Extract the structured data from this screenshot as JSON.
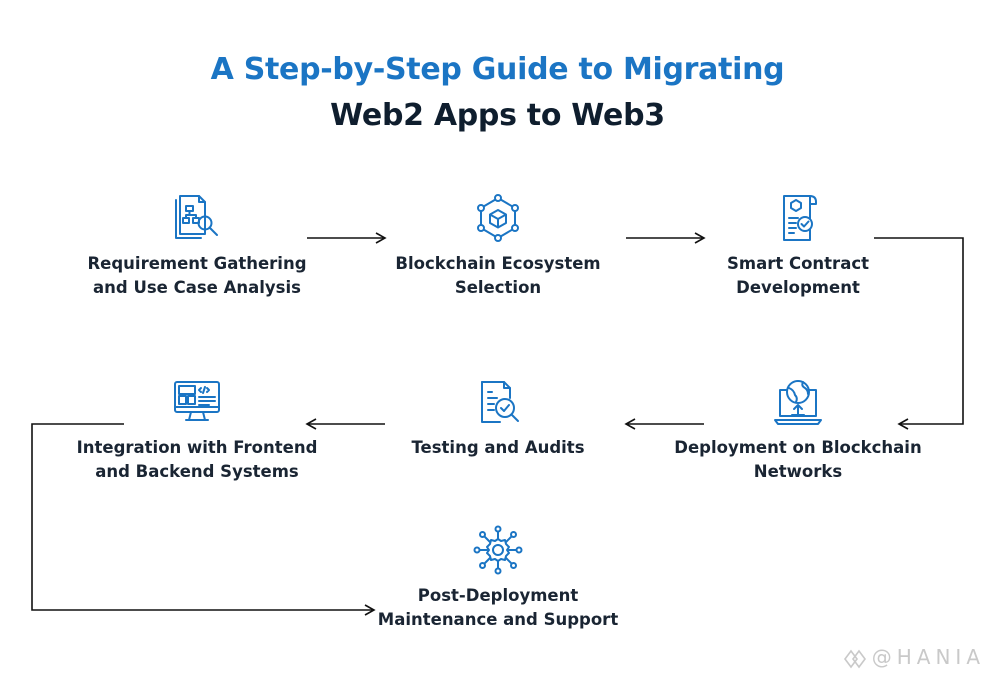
{
  "title": {
    "line1": "A Step-by-Step Guide to Migrating",
    "line2": "Web2 Apps to Web3"
  },
  "steps": [
    {
      "line1": "Requirement Gathering",
      "line2": "and Use Case Analysis",
      "icon": "document-search-icon"
    },
    {
      "line1": "Blockchain Ecosystem",
      "line2": "Selection",
      "icon": "blockchain-cube-icon"
    },
    {
      "line1": "Smart Contract",
      "line2": "Development",
      "icon": "contract-check-icon"
    },
    {
      "line1": "Deployment on Blockchain",
      "line2": "Networks",
      "icon": "globe-laptop-upload-icon"
    },
    {
      "line1": "Testing and Audits",
      "line2": "",
      "icon": "clipboard-search-icon"
    },
    {
      "line1": "Integration with Frontend",
      "line2": "and Backend Systems",
      "icon": "monitor-code-icon"
    },
    {
      "line1": "Post-Deployment",
      "line2": "Maintenance and Support",
      "icon": "gear-network-icon"
    }
  ],
  "watermark": {
    "text": "@HANIA",
    "icon": "hania-logo-icon"
  },
  "colors": {
    "accent": "#1b75c4",
    "heading": "#0f1e2e",
    "text": "#1a2533",
    "connector": "#111111",
    "watermark": "#c9c9c9"
  }
}
